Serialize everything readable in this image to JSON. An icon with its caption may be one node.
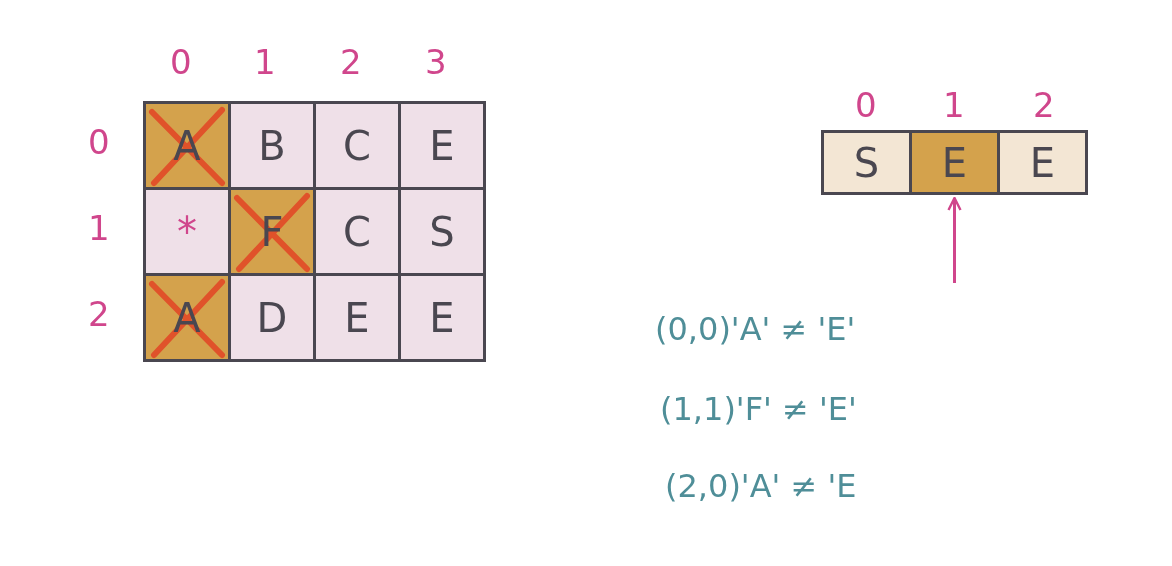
{
  "diagram": {
    "nodes": [
      {
        "text": [
          "A"
        ]
      },
      {
        "text": [
          "B"
        ]
      },
      {
        "text": [
          "C"
        ]
      },
      {
        "text": [
          "E"
        ]
      },
      {
        "text": [
          "*"
        ]
      },
      {
        "text": [
          "F"
        ]
      },
      {
        "text": [
          "C"
        ]
      },
      {
        "text": [
          "S"
        ]
      },
      {
        "text": [
          "A"
        ]
      },
      {
        "text": [
          "D"
        ]
      },
      {
        "text": [
          "E"
        ]
      },
      {
        "text": [
          "E"
        ]
      },
      {
        "text": [
          "S"
        ]
      },
      {
        "text": [
          "E"
        ]
      },
      {
        "text": [
          "E"
        ]
      }
    ],
    "edges": [
      {
        "from": null,
        "to": 13,
        "arrow": "to"
      }
    ],
    "labels": [
      "0",
      "1",
      "2",
      "3",
      "0",
      "1",
      "2",
      "0",
      "1",
      "2",
      "(0,0)'A' ≠ 'E'",
      "(1,1)'F' ≠ 'E'",
      "(2,0)'A' ≠ 'E"
    ]
  }
}
